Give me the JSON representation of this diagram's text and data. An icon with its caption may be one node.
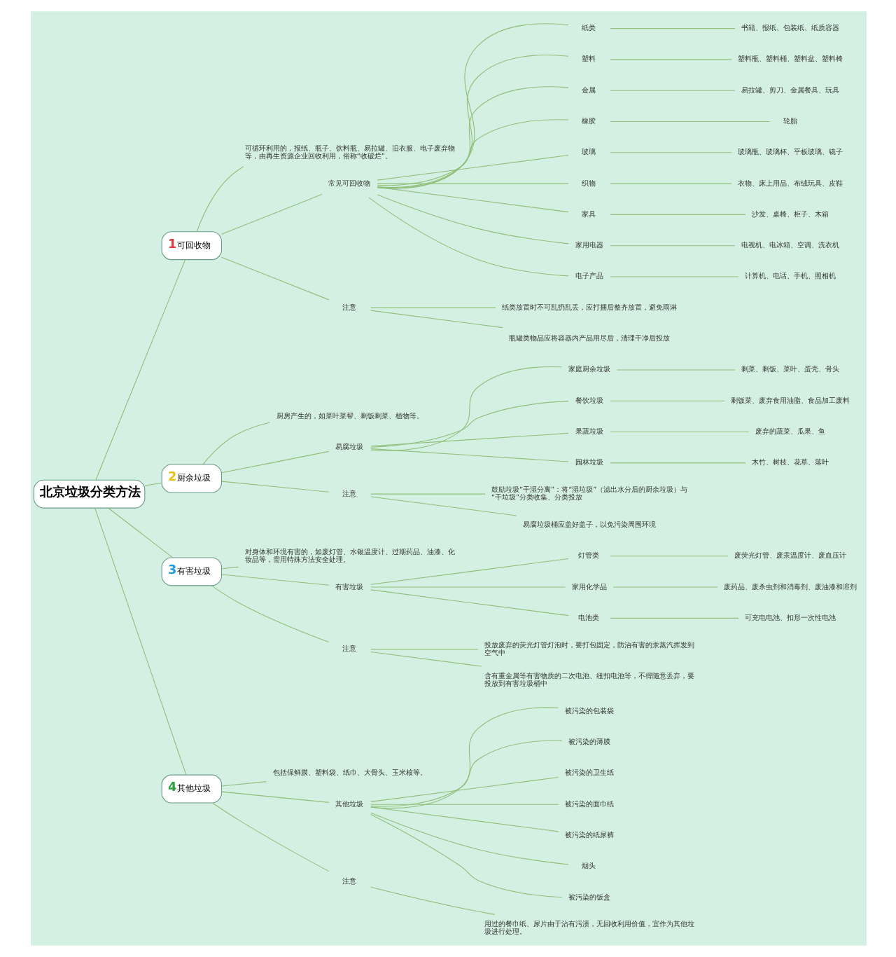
{
  "diagram": {
    "nodes": [
      {
        "text": [
          "北京垃圾分类方法"
        ]
      },
      {
        "text": [
          "1",
          "可回收物"
        ]
      },
      {
        "text": [
          "可循环利用的，报纸、瓶子、饮料瓶、易拉罐、旧衣服、电子废弃物等，由再生资源企业回收利用，俗称“收破烂”。"
        ]
      },
      {
        "text": [
          "常见可回收物"
        ]
      },
      {
        "text": [
          "纸类"
        ]
      },
      {
        "text": [
          "书籍、报纸、包装纸、纸质容器"
        ]
      },
      {
        "text": [
          "塑料"
        ]
      },
      {
        "text": [
          "塑料瓶、塑料桶、塑料盆、塑料椅"
        ]
      },
      {
        "text": [
          "金属"
        ]
      },
      {
        "text": [
          "易拉罐、剪刀、金属餐具、玩具"
        ]
      },
      {
        "text": [
          "橡胶"
        ]
      },
      {
        "text": [
          "轮胎"
        ]
      },
      {
        "text": [
          "玻璃"
        ]
      },
      {
        "text": [
          "玻璃瓶、玻璃杯、平板玻璃、镜子"
        ]
      },
      {
        "text": [
          "织物"
        ]
      },
      {
        "text": [
          "衣物、床上用品、布绒玩具、皮鞋"
        ]
      },
      {
        "text": [
          "家具"
        ]
      },
      {
        "text": [
          "沙发、桌椅、柜子、木箱"
        ]
      },
      {
        "text": [
          "家用电器"
        ]
      },
      {
        "text": [
          "电视机、电冰箱、空调、洗衣机"
        ]
      },
      {
        "text": [
          "电子产品"
        ]
      },
      {
        "text": [
          "计算机、电话、手机、照相机"
        ]
      },
      {
        "text": [
          "注意"
        ]
      },
      {
        "text": [
          "纸类放置时不可乱扔乱丢，应打捆后整齐放置，避免雨淋"
        ]
      },
      {
        "text": [
          "瓶罐类物品应将容器内产品用尽后，清理干净后投放"
        ]
      },
      {
        "text": [
          "2",
          "厨余垃圾"
        ]
      },
      {
        "text": [
          "厨房产生的，如菜叶菜帮、剩饭剩菜、植物等。"
        ]
      },
      {
        "text": [
          "易腐垃圾"
        ]
      },
      {
        "text": [
          "家庭厨余垃圾"
        ]
      },
      {
        "text": [
          "剩菜、剩饭、菜叶、蛋壳、骨头"
        ]
      },
      {
        "text": [
          "餐饮垃圾"
        ]
      },
      {
        "text": [
          "剩饭菜、废弃食用油脂、食品加工废料"
        ]
      },
      {
        "text": [
          "果蔬垃圾"
        ]
      },
      {
        "text": [
          "废弃的蔬菜、瓜果、鱼"
        ]
      },
      {
        "text": [
          "园林垃圾"
        ]
      },
      {
        "text": [
          "木竹、树枝、花草、落叶"
        ]
      },
      {
        "text": [
          "注意"
        ]
      },
      {
        "text": [
          "鼓励垃圾“干湿分离”：将“湿垃圾”（滤出水分后的厨余垃圾）与“干垃圾”分类收集、分类投放"
        ]
      },
      {
        "text": [
          "易腐垃圾桶应盖好盖子，以免污染周围环境"
        ]
      },
      {
        "text": [
          "3",
          "有害垃圾"
        ]
      },
      {
        "text": [
          "对身体和环境有害的，如废灯管、水银温度计、过期药品、油漆、化妆品等，需用特殊方法安全处理。"
        ]
      },
      {
        "text": [
          "有害垃圾"
        ]
      },
      {
        "text": [
          "灯管类"
        ]
      },
      {
        "text": [
          "废荧光灯管、废汞温度计、废血压计"
        ]
      },
      {
        "text": [
          "家用化学品"
        ]
      },
      {
        "text": [
          "废药品、废杀虫剂和消毒剂、废油漆和溶剂"
        ]
      },
      {
        "text": [
          "电池类"
        ]
      },
      {
        "text": [
          "可充电电池、扣形一次性电池"
        ]
      },
      {
        "text": [
          "注意"
        ]
      },
      {
        "text": [
          "投放废弃的荧光灯管灯泡时，要打包固定，防治有害的汞蒸汽挥发到空气中"
        ]
      },
      {
        "text": [
          "含有重金属等有害物质的二次电池、纽扣电池等，不得随意丢弃，要投放到有害垃圾桶中"
        ]
      },
      {
        "text": [
          "4",
          "其他垃圾"
        ]
      },
      {
        "text": [
          "包括保鲜膜、塑料袋、纸巾、大骨头、玉米核等。"
        ]
      },
      {
        "text": [
          "其他垃圾"
        ]
      },
      {
        "text": [
          "被污染的包装袋"
        ]
      },
      {
        "text": [
          "被污染的薄膜"
        ]
      },
      {
        "text": [
          "被污染的卫生纸"
        ]
      },
      {
        "text": [
          "被污染的面巾纸"
        ]
      },
      {
        "text": [
          "被污染的纸尿裤"
        ]
      },
      {
        "text": [
          "烟头"
        ]
      },
      {
        "text": [
          "被污染的饭盒"
        ]
      },
      {
        "text": [
          "注意"
        ]
      },
      {
        "text": [
          "用过的餐巾纸、尿片由于沾有污渍，无回收利用价值，宜作为其他垃圾进行处理。"
        ]
      }
    ],
    "edges": [
      {
        "from": 0,
        "to": 1,
        "arrow": "none"
      },
      {
        "from": 1,
        "to": 2,
        "arrow": "none"
      },
      {
        "from": 1,
        "to": 3,
        "arrow": "none"
      },
      {
        "from": 3,
        "to": 4,
        "arrow": "none"
      },
      {
        "from": 4,
        "to": 5,
        "arrow": "none"
      },
      {
        "from": 3,
        "to": 6,
        "arrow": "none"
      },
      {
        "from": 6,
        "to": 7,
        "arrow": "none"
      },
      {
        "from": 3,
        "to": 8,
        "arrow": "none"
      },
      {
        "from": 8,
        "to": 9,
        "arrow": "none"
      },
      {
        "from": 3,
        "to": 10,
        "arrow": "none"
      },
      {
        "from": 10,
        "to": 11,
        "arrow": "none"
      },
      {
        "from": 3,
        "to": 12,
        "arrow": "none"
      },
      {
        "from": 12,
        "to": 13,
        "arrow": "none"
      },
      {
        "from": 3,
        "to": 14,
        "arrow": "none"
      },
      {
        "from": 14,
        "to": 15,
        "arrow": "none"
      },
      {
        "from": 3,
        "to": 16,
        "arrow": "none"
      },
      {
        "from": 16,
        "to": 17,
        "arrow": "none"
      },
      {
        "from": 3,
        "to": 18,
        "arrow": "none"
      },
      {
        "from": 18,
        "to": 19,
        "arrow": "none"
      },
      {
        "from": 3,
        "to": 20,
        "arrow": "none"
      },
      {
        "from": 20,
        "to": 21,
        "arrow": "none"
      },
      {
        "from": 1,
        "to": 22,
        "arrow": "none"
      },
      {
        "from": 22,
        "to": 23,
        "arrow": "none"
      },
      {
        "from": 22,
        "to": 24,
        "arrow": "none"
      },
      {
        "from": 0,
        "to": 25,
        "arrow": "none"
      },
      {
        "from": 25,
        "to": 26,
        "arrow": "none"
      },
      {
        "from": 25,
        "to": 27,
        "arrow": "none"
      },
      {
        "from": 27,
        "to": 28,
        "arrow": "none"
      },
      {
        "from": 28,
        "to": 29,
        "arrow": "none"
      },
      {
        "from": 27,
        "to": 30,
        "arrow": "none"
      },
      {
        "from": 30,
        "to": 31,
        "arrow": "none"
      },
      {
        "from": 27,
        "to": 32,
        "arrow": "none"
      },
      {
        "from": 32,
        "to": 33,
        "arrow": "none"
      },
      {
        "from": 27,
        "to": 34,
        "arrow": "none"
      },
      {
        "from": 34,
        "to": 35,
        "arrow": "none"
      },
      {
        "from": 25,
        "to": 36,
        "arrow": "none"
      },
      {
        "from": 36,
        "to": 37,
        "arrow": "none"
      },
      {
        "from": 36,
        "to": 38,
        "arrow": "none"
      },
      {
        "from": 0,
        "to": 39,
        "arrow": "none"
      },
      {
        "from": 39,
        "to": 40,
        "arrow": "none"
      },
      {
        "from": 39,
        "to": 41,
        "arrow": "none"
      },
      {
        "from": 41,
        "to": 42,
        "arrow": "none"
      },
      {
        "from": 42,
        "to": 43,
        "arrow": "none"
      },
      {
        "from": 41,
        "to": 44,
        "arrow": "none"
      },
      {
        "from": 44,
        "to": 45,
        "arrow": "none"
      },
      {
        "from": 41,
        "to": 46,
        "arrow": "none"
      },
      {
        "from": 46,
        "to": 47,
        "arrow": "none"
      },
      {
        "from": 39,
        "to": 48,
        "arrow": "none"
      },
      {
        "from": 48,
        "to": 49,
        "arrow": "none"
      },
      {
        "from": 48,
        "to": 50,
        "arrow": "none"
      },
      {
        "from": 0,
        "to": 51,
        "arrow": "none"
      },
      {
        "from": 51,
        "to": 52,
        "arrow": "none"
      },
      {
        "from": 51,
        "to": 53,
        "arrow": "none"
      },
      {
        "from": 53,
        "to": 54,
        "arrow": "none"
      },
      {
        "from": 53,
        "to": 55,
        "arrow": "none"
      },
      {
        "from": 53,
        "to": 56,
        "arrow": "none"
      },
      {
        "from": 53,
        "to": 57,
        "arrow": "none"
      },
      {
        "from": 53,
        "to": 58,
        "arrow": "none"
      },
      {
        "from": 53,
        "to": 59,
        "arrow": "none"
      },
      {
        "from": 53,
        "to": 60,
        "arrow": "none"
      },
      {
        "from": 51,
        "to": 61,
        "arrow": "none"
      },
      {
        "from": 61,
        "to": 62,
        "arrow": "none"
      }
    ]
  }
}
